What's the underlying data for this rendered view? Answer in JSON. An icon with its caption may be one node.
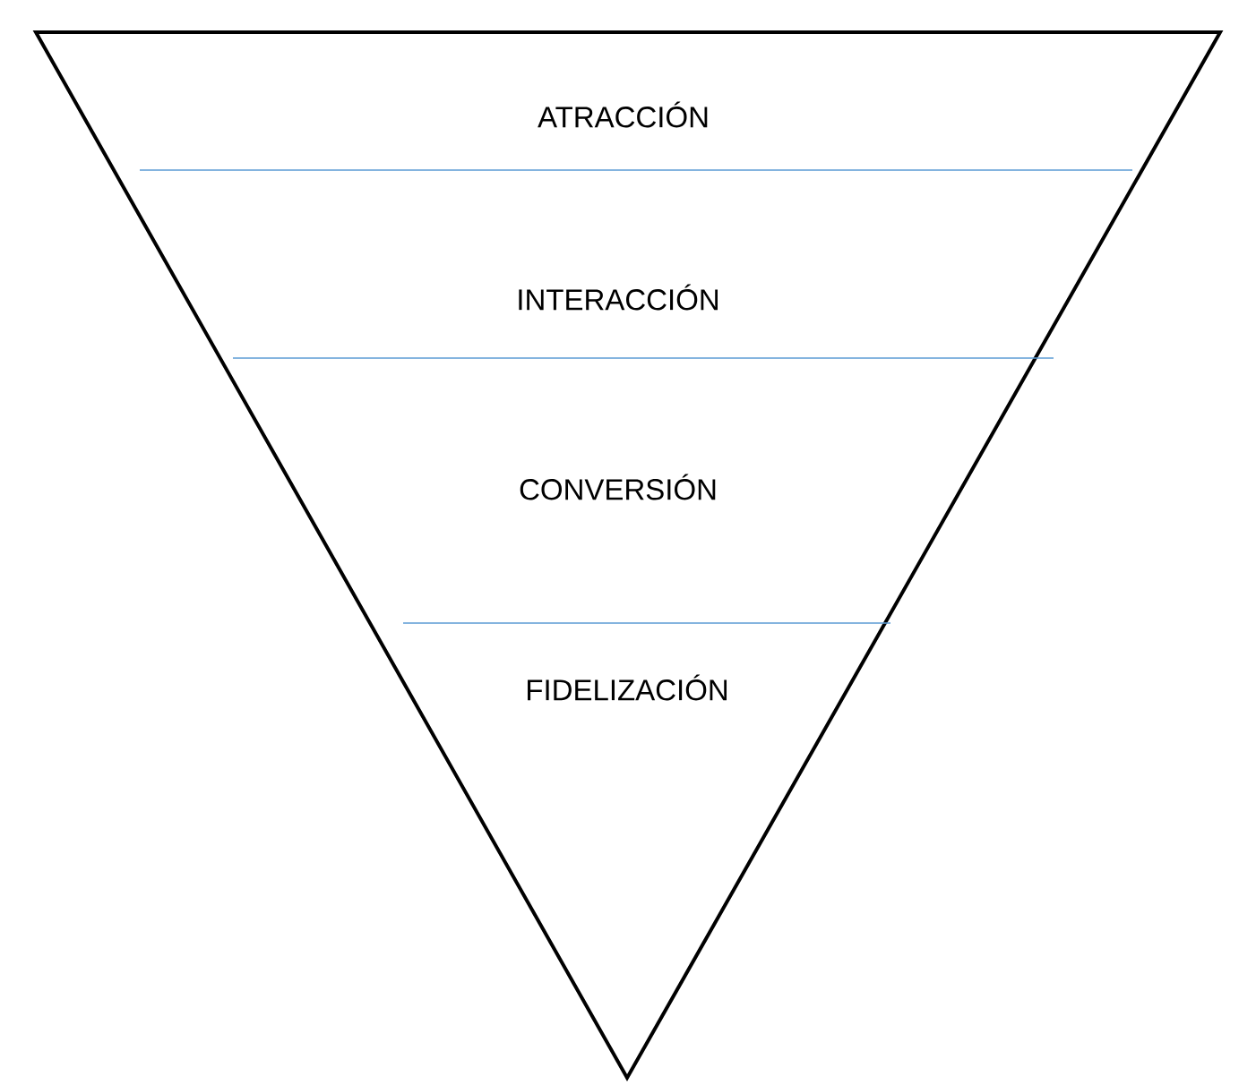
{
  "diagram": {
    "labels": [
      "ATRACCIÓN",
      "INTERACCIÓN",
      "CONVERSIÓN",
      "FIDELIZACIÓN"
    ]
  }
}
